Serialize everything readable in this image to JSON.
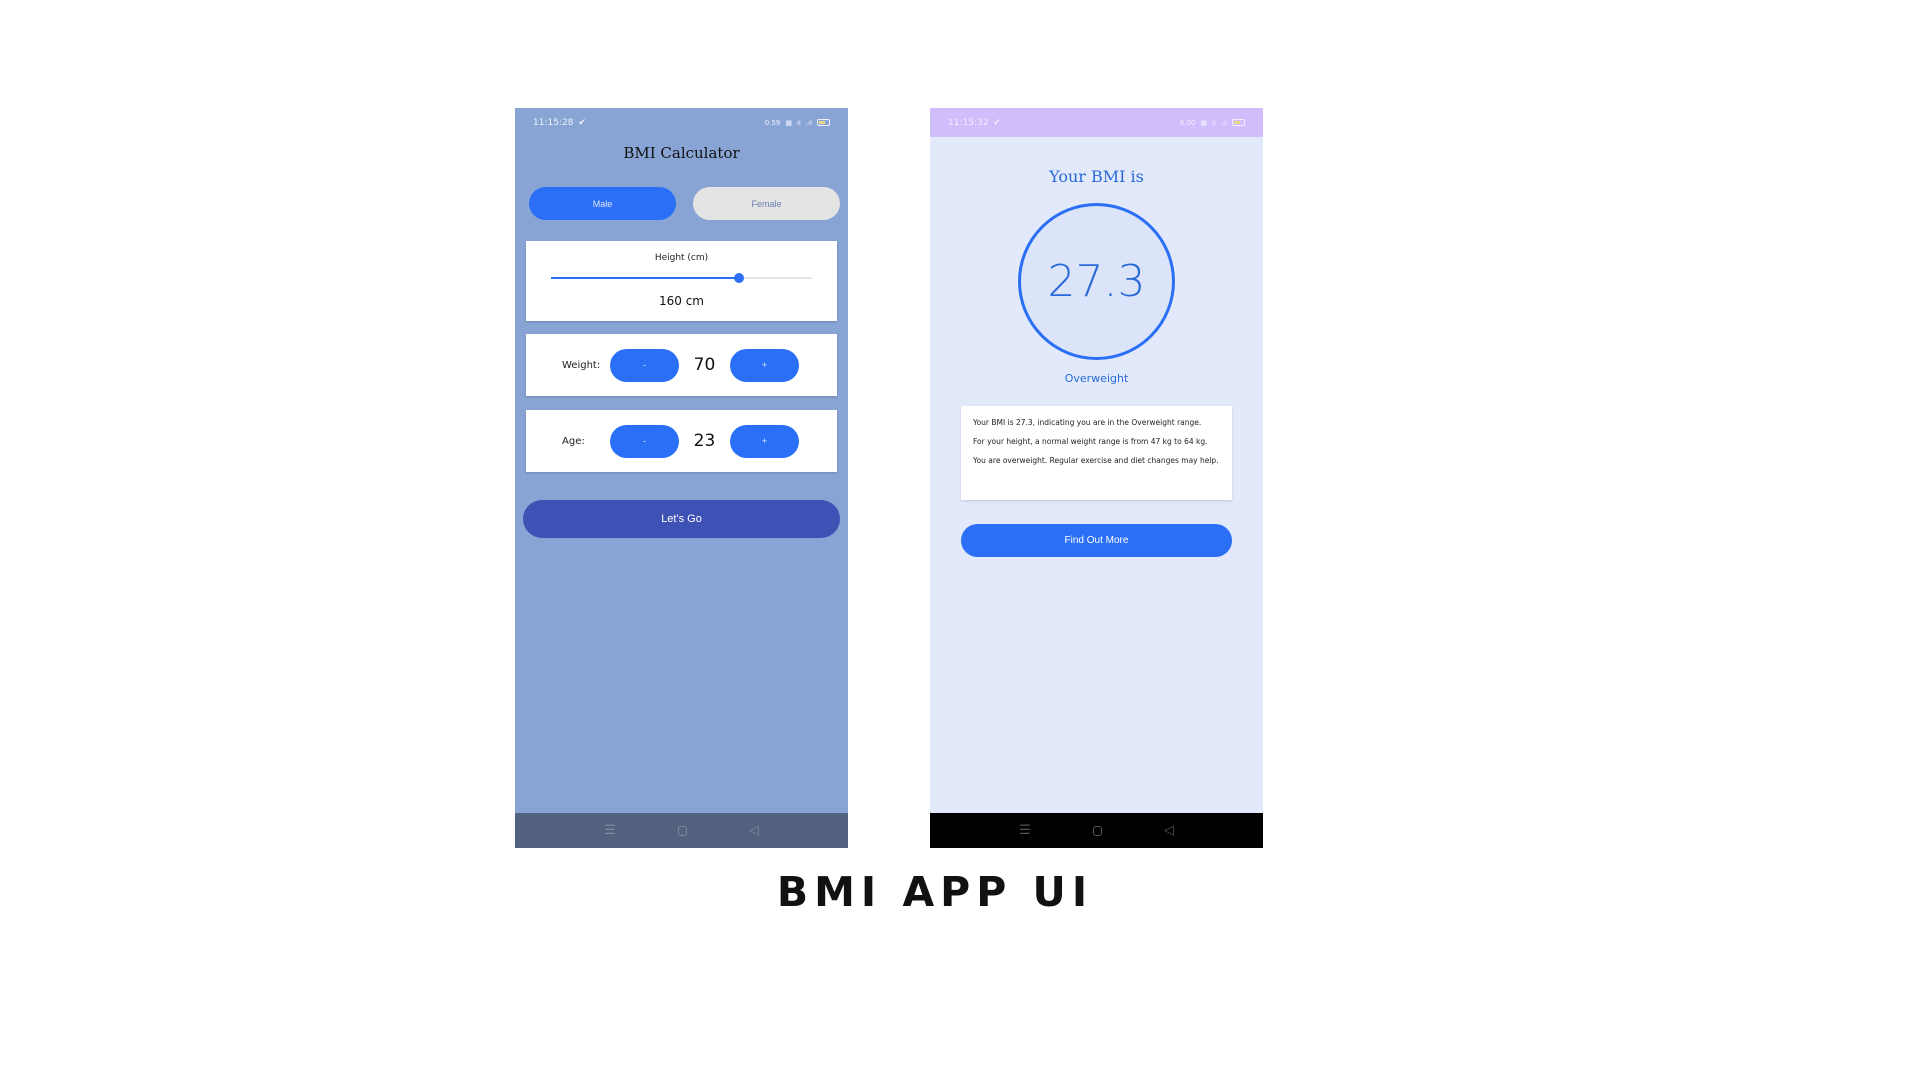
{
  "caption": "BMI APP UI",
  "phones": {
    "input_screen": {
      "status": {
        "time": "11:15:28",
        "net_speed": "0.59",
        "icons": [
          "check-icon",
          "volte-icon",
          "signal-4g-icon",
          "signal-icon",
          "battery-icon"
        ]
      },
      "title": "BMI Calculator",
      "gender": {
        "male": "Male",
        "female": "Female",
        "selected": "Male"
      },
      "height": {
        "label": "Height (cm)",
        "value_text": "160 cm",
        "slider_percent": 72
      },
      "weight": {
        "label": "Weight:",
        "value": "70",
        "minus": "-",
        "plus": "+"
      },
      "age": {
        "label": "Age:",
        "value": "23",
        "minus": "-",
        "plus": "+"
      },
      "submit_label": "Let's Go",
      "colors": {
        "background": "#88a4d5",
        "accent": "#2a6ff5",
        "submit": "#3e51b5"
      }
    },
    "result_screen": {
      "status": {
        "time": "11:15:32",
        "net_speed": "6.00"
      },
      "title": "Your BMI is",
      "bmi_value": "27.3",
      "category": "Overweight",
      "info": [
        "Your BMI is 27.3, indicating you are in the Overweight range.",
        "For your height, a normal weight range is from 47 kg to 64 kg.",
        "You are overweight. Regular exercise and diet changes may help."
      ],
      "button_label": "Find Out More",
      "colors": {
        "background": "#e2e9fb",
        "accent": "#2a6ff5",
        "statusbar": "#d0bdfb"
      }
    }
  },
  "navbar": {
    "menu": "☰",
    "back": "◁"
  }
}
